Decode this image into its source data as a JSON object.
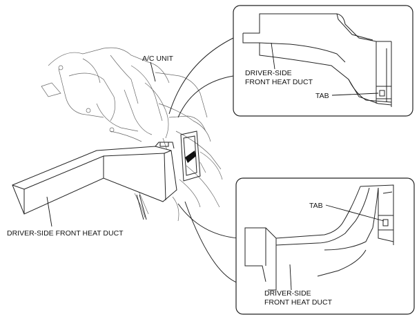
{
  "labels": {
    "ac_unit": "A/C UNIT",
    "main_duct": "DRIVER-SIDE FRONT HEAT DUCT",
    "inset_top_duct_line1": "DRIVER-SIDE",
    "inset_top_duct_line2": "FRONT HEAT DUCT",
    "inset_top_tab": "TAB",
    "inset_bottom_tab": "TAB",
    "inset_bottom_duct_line1": "DRIVER-SIDE",
    "inset_bottom_duct_line2": "FRONT HEAT DUCT"
  }
}
